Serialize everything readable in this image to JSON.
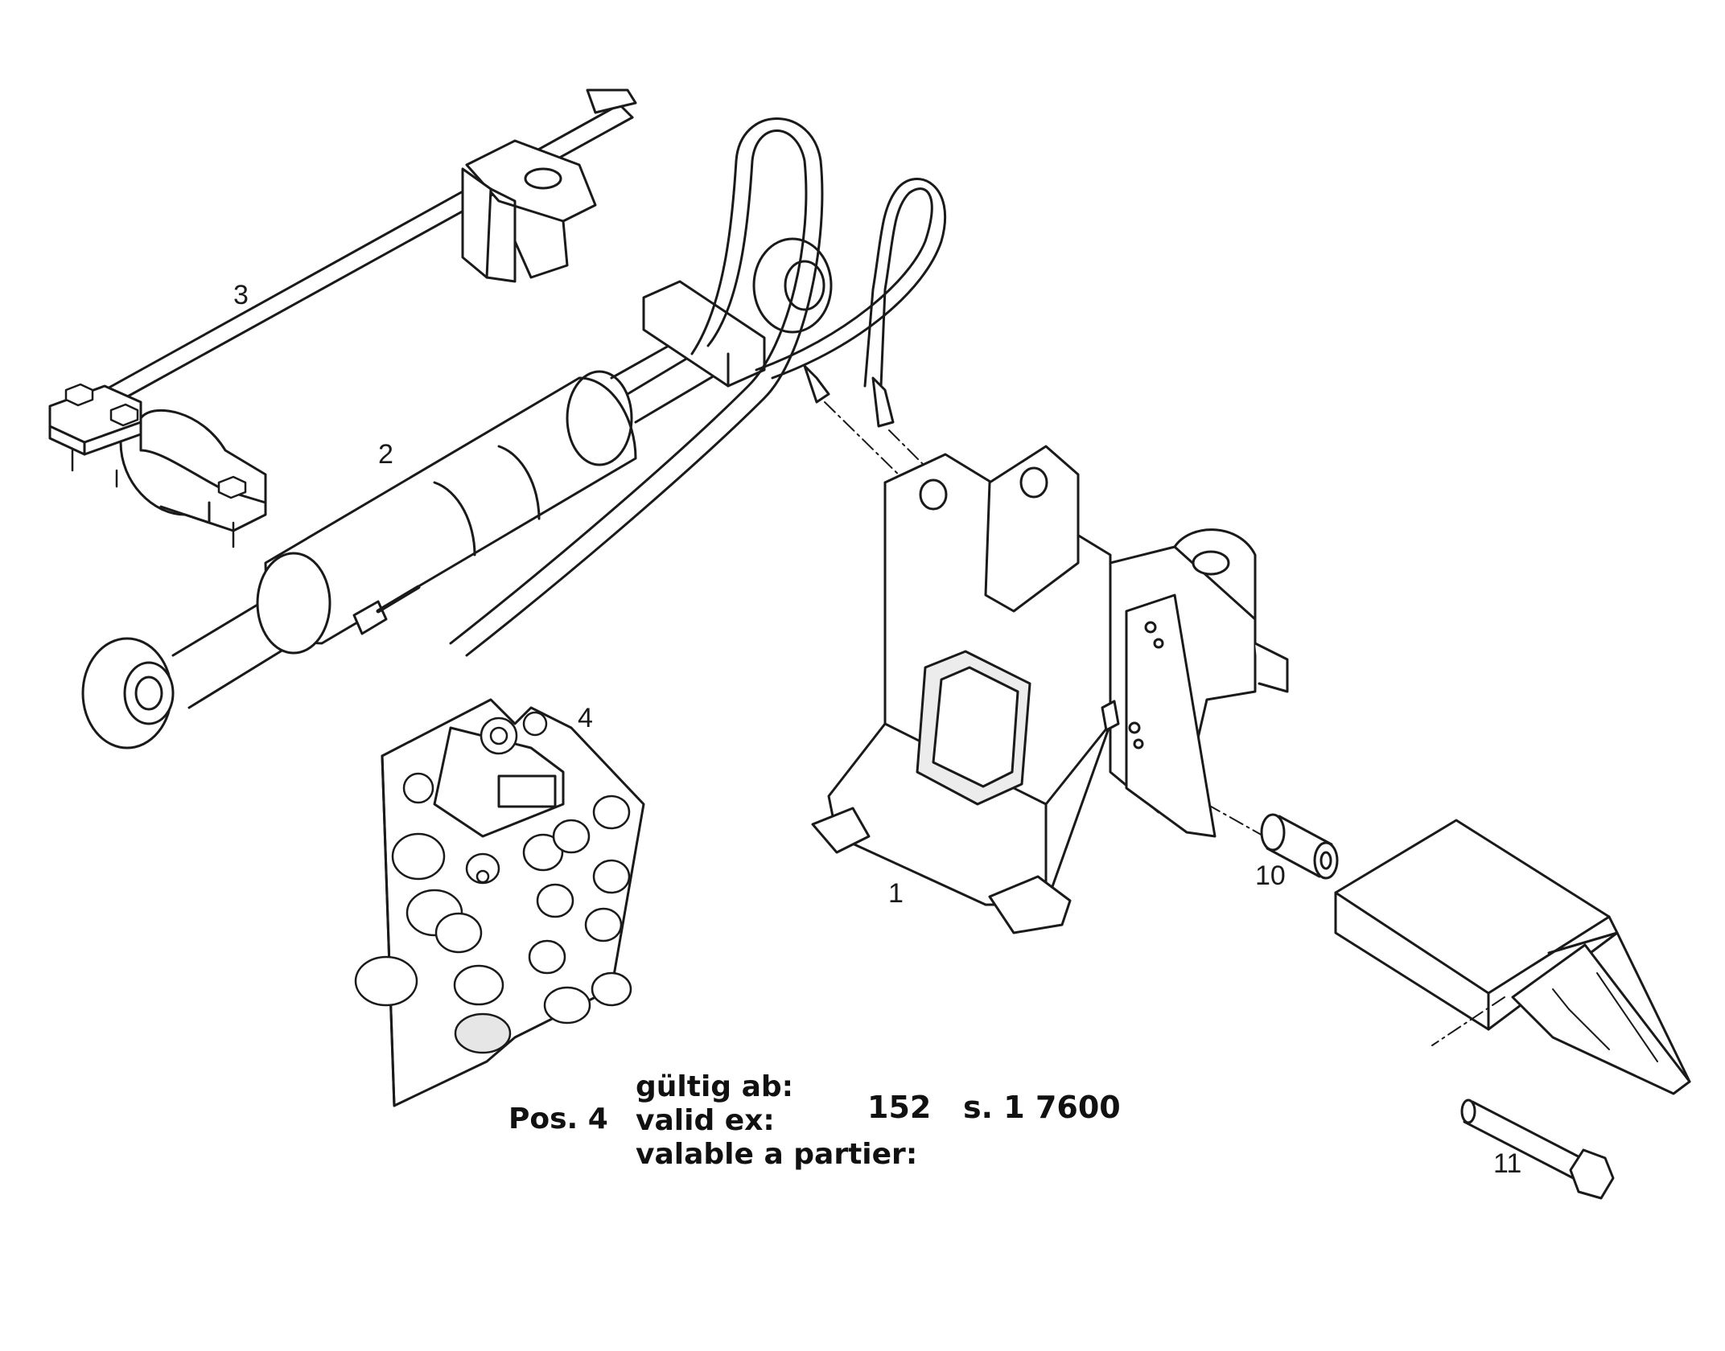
{
  "callouts": {
    "c1": "1",
    "c2": "2",
    "c3": "3",
    "c4": "4",
    "c10": "10",
    "c11": "11"
  },
  "validity_note": {
    "position_label": "Pos. 4",
    "line_de": "gültig ab:",
    "line_en": "valid ex:",
    "line_fr": "valable a partier:",
    "serial": "152   s. 1 7600"
  },
  "colors": {
    "ink": "#1a1a1a",
    "paper": "#ffffff",
    "shade": "#d9d9d9"
  }
}
